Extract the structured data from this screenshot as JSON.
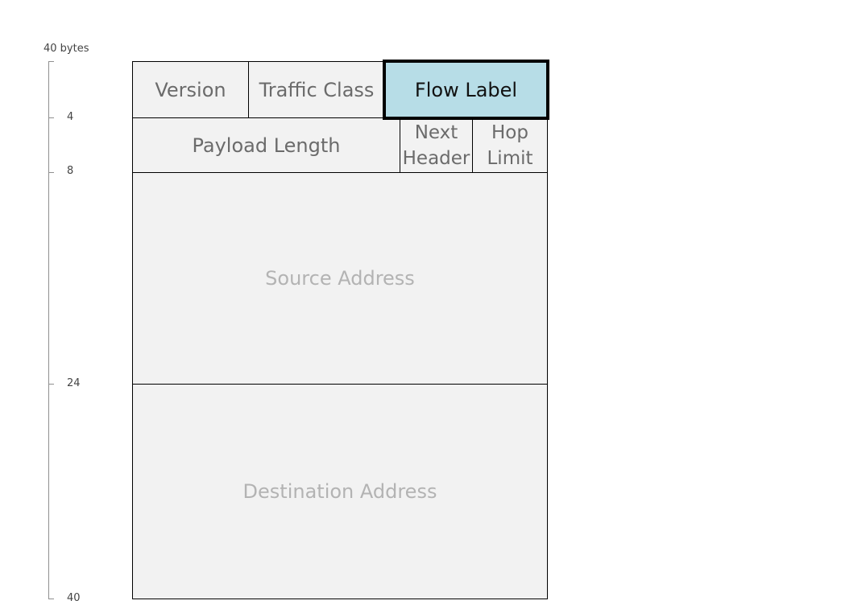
{
  "scale": {
    "title": "40 bytes",
    "ticks": [
      "4",
      "8",
      "24",
      "40"
    ]
  },
  "fields": {
    "version": "Version",
    "traffic_class": "Traffic Class",
    "flow_label": "Flow Label",
    "payload_length": "Payload Length",
    "next_header_line1": "Next",
    "next_header_line2": "Header",
    "hop_limit_line1": "Hop",
    "hop_limit_line2": "Limit",
    "source_address": "Source Address",
    "destination_address": "Destination Address"
  },
  "colors": {
    "field_fill": "#f2f2f2",
    "highlight_fill": "#b7dde7",
    "border": "#000000",
    "field_text": "#6b6b6b",
    "address_text": "#b3b3b3"
  }
}
